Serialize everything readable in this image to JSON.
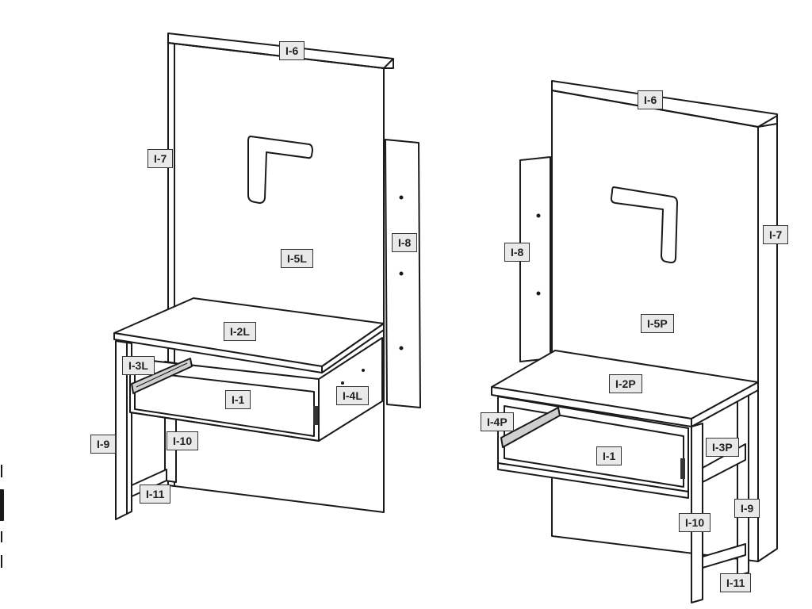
{
  "diagram": {
    "left_assembly": {
      "labels": {
        "I6": "I-6",
        "I7": "I-7",
        "I5L": "I-5L",
        "I8": "I-8",
        "I2L": "I-2L",
        "I3L": "I-3L",
        "I1": "I-1",
        "I4L": "I-4L",
        "I9": "I-9",
        "I10": "I-10",
        "I11": "I-11"
      }
    },
    "right_assembly": {
      "labels": {
        "I6": "I-6",
        "I8": "I-8",
        "I7": "I-7",
        "I5P": "I-5P",
        "I2P": "I-2P",
        "I4P": "I-4P",
        "I3P": "I-3P",
        "I1": "I-1",
        "I9": "I-9",
        "I10": "I-10",
        "I11": "I-11"
      }
    }
  }
}
